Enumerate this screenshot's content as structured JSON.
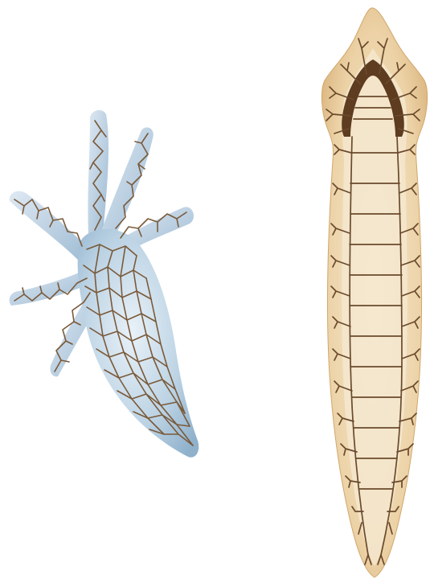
{
  "diagram": {
    "description_free": true,
    "colors": {
      "background": "#ffffff",
      "hydra_fill_light": "#e4eef6",
      "hydra_fill_mid": "#b9d0e1",
      "hydra_fill_dark": "#8fb1cc",
      "net_stroke": "#7a5a3a",
      "planarian_fill_outer": "#e8c690",
      "planarian_fill_inner": "#f2e3c9",
      "planarian_body_light": "#f7eedc",
      "nerve_stroke": "#6a4a2c",
      "ganglion": "#5a3a20"
    },
    "organisms": [
      {
        "id": "hydra",
        "icon": "nerve-net-organism"
      },
      {
        "id": "planarian",
        "icon": "ladder-nervous-system-organism"
      }
    ]
  }
}
